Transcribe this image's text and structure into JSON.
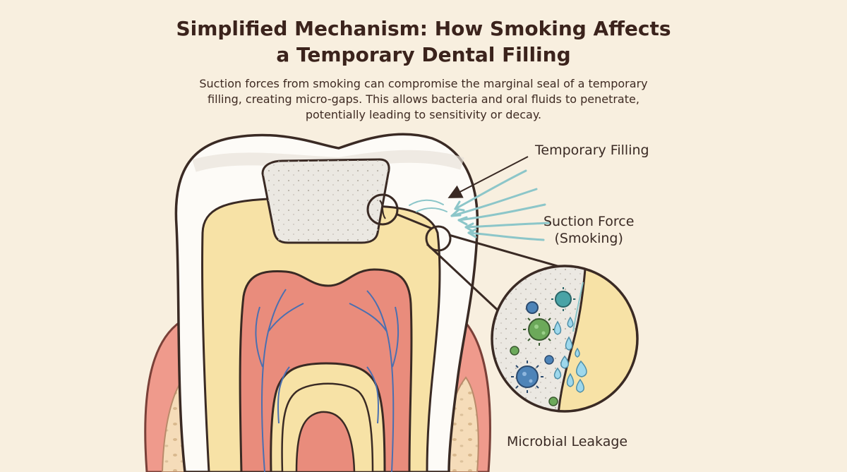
{
  "title_line1": "Simplified Mechanism: How Smoking Affects",
  "title_line2": "a Temporary Dental Filling",
  "description": "Suction forces from smoking can compromise the marginal seal of a temporary filling, creating micro-gaps. This allows bacteria and oral fluids to penetrate, potentially leading to sensitivity or decay.",
  "labels": {
    "temporary_filling": "Temporary Filling",
    "suction_force_line1": "Suction Force",
    "suction_force_line2": "(Smoking)",
    "microbial_leakage": "Microbial Leakage"
  },
  "colors": {
    "background": "#f8efdf",
    "enamel": "#fdfbf7",
    "dentin": "#f7e2a6",
    "pulp": "#e98c7c",
    "gum": "#ef9a8c",
    "bone": "#f5dcb9",
    "filling": "#ebe8e2",
    "nerves": "#4a6fb0",
    "suction_arrows": "#8cc6c9",
    "bacteria_teal": "#4aa3a6",
    "bacteria_green": "#6ca95a",
    "bacteria_blue": "#4e84b8",
    "fluid_drops": "#9ed8ec"
  },
  "icons": [
    "suction-arrow-icon",
    "bacteria-icon",
    "fluid-droplet-icon",
    "magnifier-circle-icon"
  ]
}
